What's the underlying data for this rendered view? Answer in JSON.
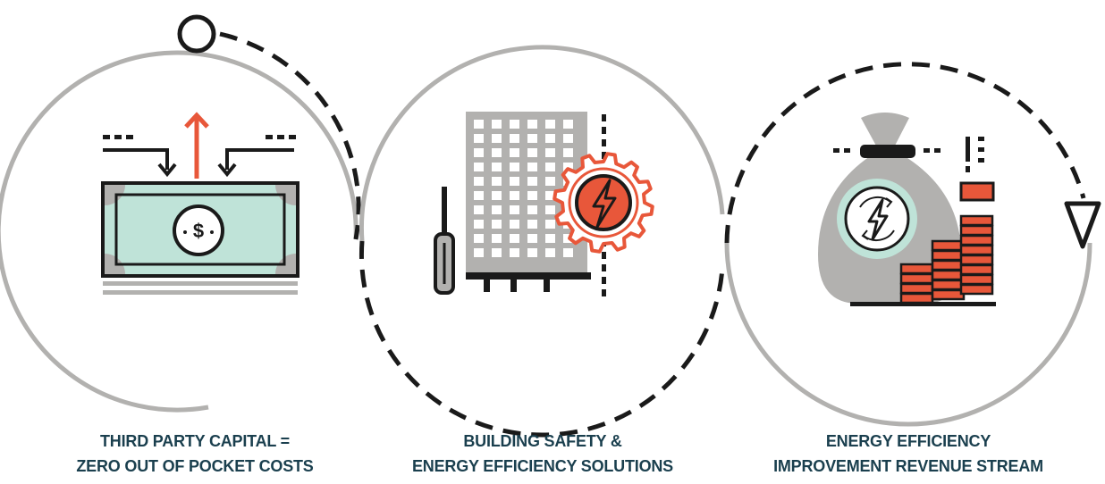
{
  "steps": [
    {
      "line1": "THIRD PARTY CAPITAL =",
      "line2": "ZERO OUT OF POCKET COSTS",
      "icon": "money-bill-icon"
    },
    {
      "line1": "BUILDING SAFETY &",
      "line2": "ENERGY EFFICIENCY SOLUTIONS",
      "icon": "building-gear-icon"
    },
    {
      "line1": "ENERGY EFFICIENCY",
      "line2": "IMPROVEMENT REVENUE STREAM",
      "icon": "money-bag-icon"
    }
  ],
  "colors": {
    "navy": "#1a3f4e",
    "orange": "#e8573a",
    "mint": "#bfe3d8",
    "gray": "#b2b1af",
    "dark": "#1a1a1a"
  }
}
